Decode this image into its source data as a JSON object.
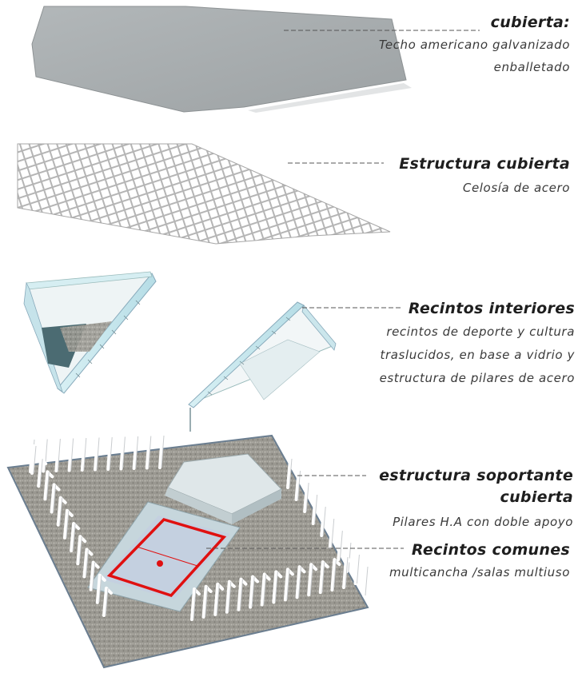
{
  "layers": [
    {
      "id": "cubierta",
      "title": "cubierta:",
      "lines": [
        "Techo americano galvanizado",
        "enballetado"
      ]
    },
    {
      "id": "estructura_cubierta",
      "title": "Estructura cubierta",
      "lines": [
        "Celosía de acero"
      ]
    },
    {
      "id": "recintos_interiores",
      "title": "Recintos interiores",
      "lines": [
        "recintos de deporte y cultura",
        "traslucidos, en base a  vidrio y",
        "estructura de pilares de acero"
      ]
    },
    {
      "id": "estructura_soportante",
      "title_lines": [
        "estructura soportante",
        "cubierta"
      ],
      "lines": [
        "Pilares H.A con doble apoyo"
      ]
    },
    {
      "id": "recintos_comunes",
      "title": "Recintos comunes",
      "lines": [
        "multicancha /salas multiuso"
      ]
    }
  ],
  "colors": {
    "roof": "#a9aeb0",
    "glass": "#c9e8ee",
    "court_line": "#e01010",
    "ground": "#9c9a93",
    "leader": "#555555"
  }
}
